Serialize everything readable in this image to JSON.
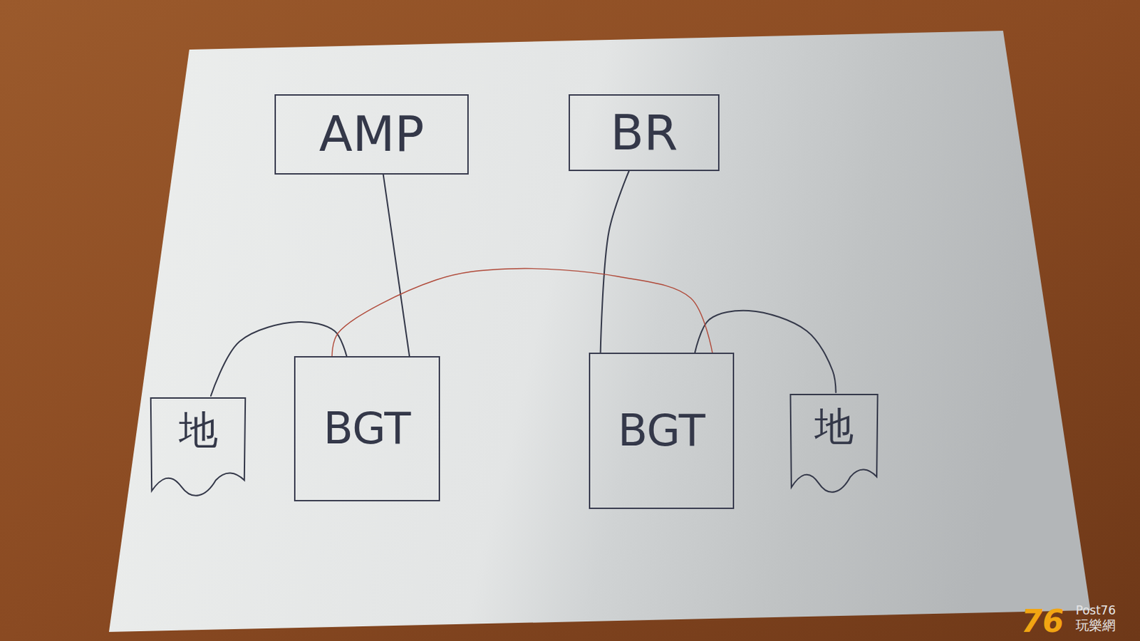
{
  "diagram": {
    "nodes": [
      {
        "text": [
          "AMP"
        ]
      },
      {
        "text": [
          "BR"
        ]
      },
      {
        "text": [
          "地"
        ]
      },
      {
        "text": [
          "BGT"
        ]
      },
      {
        "text": [
          "BGT"
        ]
      },
      {
        "text": [
          "地"
        ]
      }
    ],
    "edges": [
      {
        "from": 0,
        "to": 3,
        "arrow": "none"
      },
      {
        "from": 1,
        "to": 4,
        "arrow": "none"
      },
      {
        "from": 3,
        "to": 2,
        "arrow": "none"
      },
      {
        "from": 4,
        "to": 5,
        "arrow": "none"
      },
      {
        "from": 3,
        "to": 4,
        "arrow": "none"
      }
    ],
    "labels": [
      "76",
      "Post76",
      "玩樂網"
    ]
  }
}
